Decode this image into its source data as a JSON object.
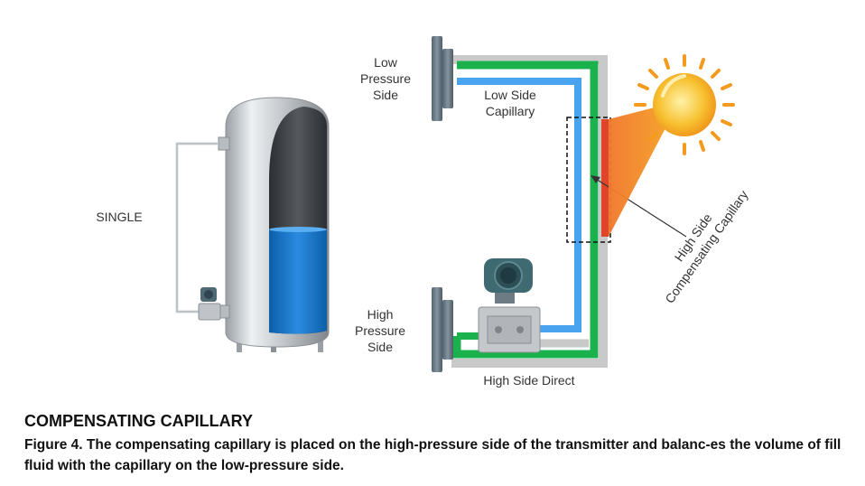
{
  "diagram": {
    "single_label": "SINGLE",
    "low_pressure_label": [
      "Low",
      "Pressure",
      "Side"
    ],
    "low_side_capillary_label": [
      "Low Side",
      "Capillary"
    ],
    "high_pressure_label": [
      "High",
      "Pressure",
      "Side"
    ],
    "high_side_direct_label": "High Side Direct",
    "compensating_label": [
      "High Side",
      "Compensating Capillary"
    ]
  },
  "caption": {
    "title": "COMPENSATING CAPILLARY",
    "text": "Figure 4. The compensating capillary is placed on the high-pressure side of the transmitter and balanc-es the volume of fill fluid with the capillary on the low-pressure side."
  },
  "colors": {
    "capillary_green": "#1bb14c",
    "capillary_blue": "#4aa3ee",
    "capillary_gray": "#c9c9c9",
    "compensating_red": "#e0452a",
    "sun_orange": "#f39a1f",
    "tank_fluid": "#1f7fd0"
  }
}
